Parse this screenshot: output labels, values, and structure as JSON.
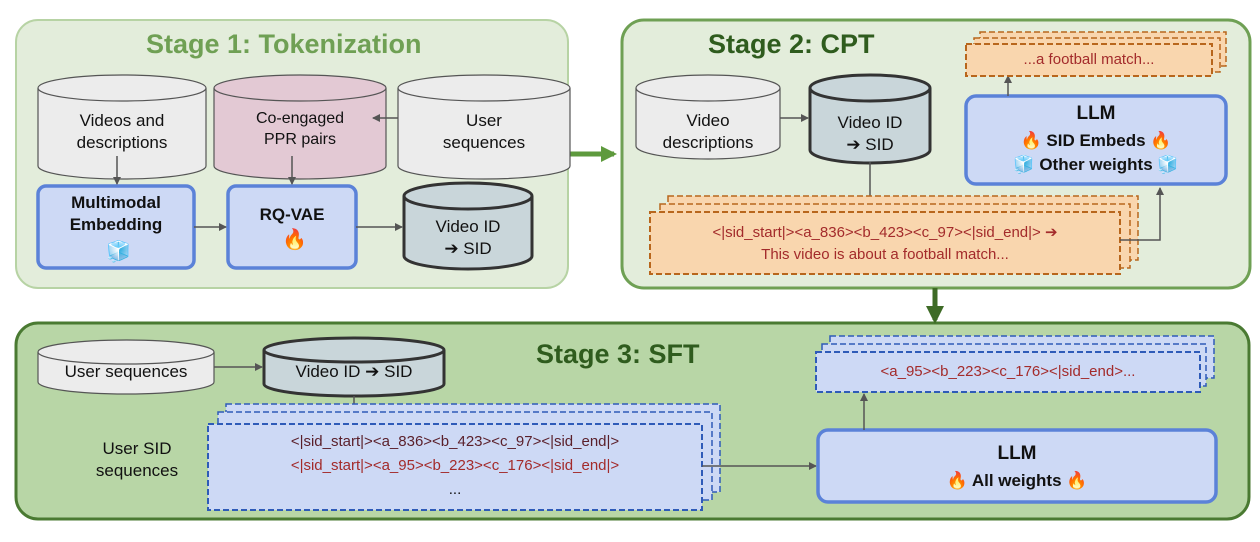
{
  "stage1": {
    "title": "Stage 1: Tokenization",
    "videos_db": [
      "Videos and",
      "descriptions"
    ],
    "ppr_db": [
      "Co-engaged",
      "PPR pairs"
    ],
    "user_seq_db": [
      "User",
      "sequences"
    ],
    "multimodal_box": [
      "Multimodal",
      "Embedding"
    ],
    "rqvae_box": "RQ-VAE",
    "videoid_db": [
      "Video ID",
      "➔ SID"
    ]
  },
  "stage2": {
    "title": "Stage 2: CPT",
    "video_desc_db": [
      "Video",
      "descriptions"
    ],
    "videoid_db": [
      "Video ID",
      "➔ SID"
    ],
    "doc_line1": "<|sid_start|><a_836><b_423><c_97><|sid_end|> ➔",
    "doc_line2": "This video is about a football match...",
    "llm_title": "LLM",
    "llm_line1": "SID Embeds",
    "llm_line2": "Other weights",
    "output_text": "...a football match..."
  },
  "stage3": {
    "title": "Stage 3: SFT",
    "user_seq_db": "User sequences",
    "videoid_db": "Video ID ➔ SID",
    "user_sid_label": [
      "User SID",
      "sequences"
    ],
    "seq_line1": "<|sid_start|><a_836><b_423><c_97><|sid_end|>",
    "seq_line2": "<|sid_start|><a_95><b_223><c_176><|sid_end|>",
    "seq_line3": "...",
    "llm_title": "LLM",
    "llm_line1": "All weights",
    "output_text": "<a_95><b_223><c_176><|sid_end>..."
  },
  "colors": {
    "stage1_title": "#6fa054",
    "stage_title_dark": "#2f5c1e",
    "box_blue_fill": "#cdd9f5",
    "box_blue_border": "#5b82d8",
    "doc_orange_fill": "#f9d6ae",
    "doc_orange_border": "#b8661c",
    "seq_blue_border": "#2e5bb8",
    "sid_red": "#a32b2b",
    "db_gray": "#ececec",
    "db_pink": "#e3c9d4",
    "db_teal": "#c9d6da"
  },
  "icons": {
    "fire": "🔥",
    "ice": "🧊"
  }
}
